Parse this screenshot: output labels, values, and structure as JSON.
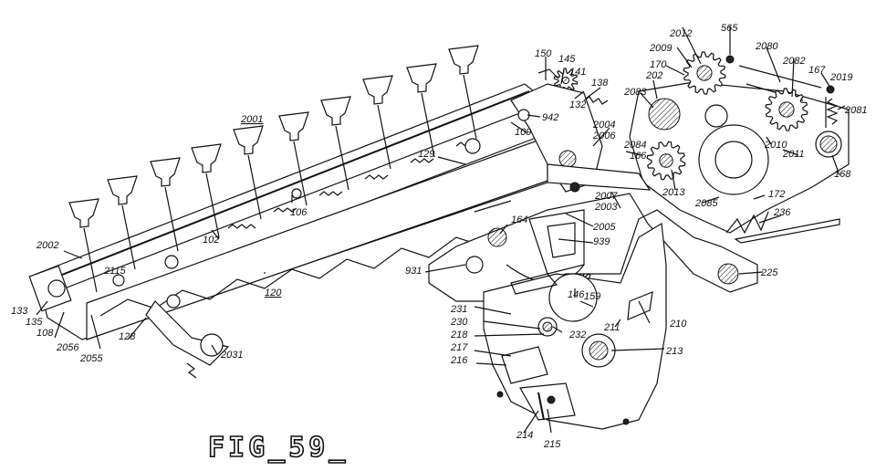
{
  "figure": {
    "caption": "FIG_59_",
    "labels": [
      {
        "id": "150",
        "text": "150"
      },
      {
        "id": "145",
        "text": "145"
      },
      {
        "id": "141",
        "text": "141"
      },
      {
        "id": "138",
        "text": "138"
      },
      {
        "id": "132",
        "text": "132"
      },
      {
        "id": "942",
        "text": "942"
      },
      {
        "id": "109",
        "text": "109"
      },
      {
        "id": "2001",
        "text": "2001"
      },
      {
        "id": "129",
        "text": "129"
      },
      {
        "id": "106",
        "text": "106"
      },
      {
        "id": "102",
        "text": "102"
      },
      {
        "id": "2002",
        "text": "2002"
      },
      {
        "id": "2115",
        "text": "2115"
      },
      {
        "id": "120",
        "text": "120"
      },
      {
        "id": "133",
        "text": "133"
      },
      {
        "id": "135",
        "text": "135"
      },
      {
        "id": "108",
        "text": "108"
      },
      {
        "id": "2056",
        "text": "2056"
      },
      {
        "id": "2055",
        "text": "2055"
      },
      {
        "id": "128",
        "text": "128"
      },
      {
        "id": "2031",
        "text": "2031"
      },
      {
        "id": "2012",
        "text": "2012"
      },
      {
        "id": "565",
        "text": "565"
      },
      {
        "id": "2009",
        "text": "2009"
      },
      {
        "id": "170",
        "text": "170"
      },
      {
        "id": "2080",
        "text": "2080"
      },
      {
        "id": "2082",
        "text": "2082"
      },
      {
        "id": "167",
        "text": "167"
      },
      {
        "id": "2019",
        "text": "2019"
      },
      {
        "id": "2081",
        "text": "2081"
      },
      {
        "id": "202",
        "text": "202"
      },
      {
        "id": "2083",
        "text": "2083"
      },
      {
        "id": "2004",
        "text": "2004"
      },
      {
        "id": "2006",
        "text": "2006"
      },
      {
        "id": "2084",
        "text": "2084"
      },
      {
        "id": "166",
        "text": "166"
      },
      {
        "id": "2010",
        "text": "2010"
      },
      {
        "id": "2011",
        "text": "2011"
      },
      {
        "id": "168",
        "text": "168"
      },
      {
        "id": "2013",
        "text": "2013"
      },
      {
        "id": "2007",
        "text": "2007"
      },
      {
        "id": "2003",
        "text": "2003"
      },
      {
        "id": "2085",
        "text": "2085"
      },
      {
        "id": "172",
        "text": "172"
      },
      {
        "id": "236",
        "text": "236"
      },
      {
        "id": "164",
        "text": "164"
      },
      {
        "id": "2005",
        "text": "2005"
      },
      {
        "id": "939",
        "text": "939"
      },
      {
        "id": "931",
        "text": "931"
      },
      {
        "id": "225",
        "text": "225"
      },
      {
        "id": "146",
        "text": "146"
      },
      {
        "id": "159",
        "text": "159"
      },
      {
        "id": "231",
        "text": "231"
      },
      {
        "id": "230",
        "text": "230"
      },
      {
        "id": "218",
        "text": "218"
      },
      {
        "id": "217",
        "text": "217"
      },
      {
        "id": "216",
        "text": "216"
      },
      {
        "id": "232",
        "text": "232"
      },
      {
        "id": "211",
        "text": "211"
      },
      {
        "id": "210",
        "text": "210"
      },
      {
        "id": "213",
        "text": "213"
      },
      {
        "id": "214",
        "text": "214"
      },
      {
        "id": "215",
        "text": "215"
      }
    ]
  }
}
